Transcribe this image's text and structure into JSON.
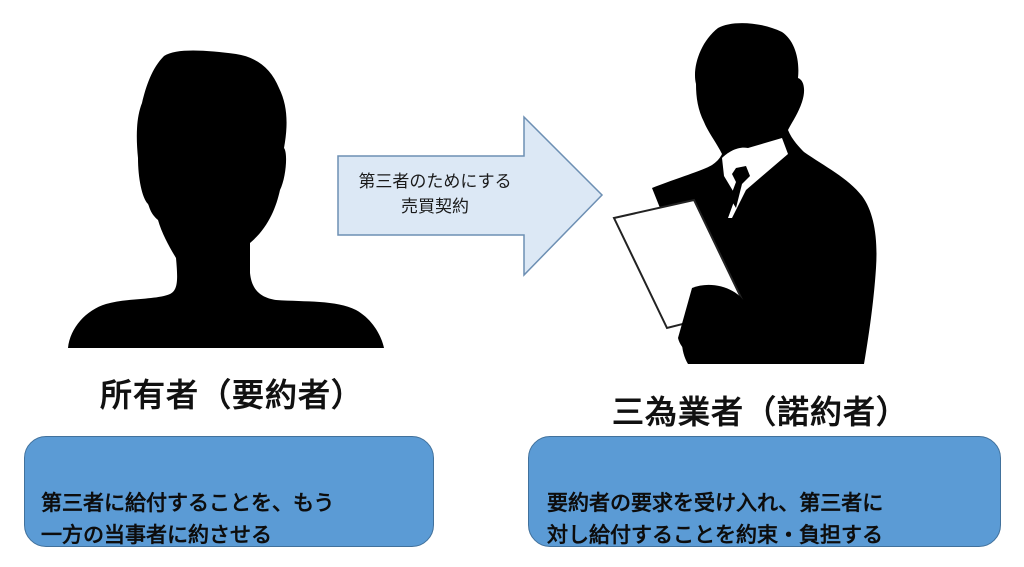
{
  "diagram": {
    "arrow": {
      "label_line1": "第三者のためにする",
      "label_line2": "売買契約",
      "fill": "#dce8f5",
      "stroke": "#6d8fb3"
    },
    "left_party": {
      "title": "所有者（要約者）",
      "description": "第三者に給付することを、もう\n一方の当事者に約させる",
      "figure": "person-silhouette"
    },
    "right_party": {
      "title": "三為業者（諾約者）",
      "description": "要約者の要求を受け入れ、第三者に\n対し給付することを約束・負担する",
      "figure": "businessman-with-document-silhouette"
    },
    "colors": {
      "box_fill": "#5b9bd5",
      "box_border": "#41719c",
      "silhouette": "#000000",
      "text": "#111111"
    }
  }
}
